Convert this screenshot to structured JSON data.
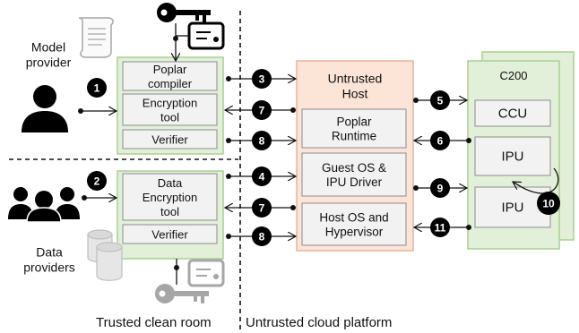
{
  "actors": {
    "model_provider": "Model\nprovider",
    "data_providers": "Data\nproviders"
  },
  "model_box": {
    "compiler": "Poplar\ncompiler",
    "encryption": "Encryption\ntool",
    "verifier": "Verifier"
  },
  "data_box": {
    "encryption": "Data\nEncryption\ntool",
    "verifier": "Verifier"
  },
  "host": {
    "title": "Untrusted\nHost",
    "runtime": "Poplar\nRuntime",
    "guest": "Guest OS &\nIPU Driver",
    "hostos": "Host OS and\nHypervisor"
  },
  "device": {
    "title": "C200",
    "ccu": "CCU",
    "ipu1": "IPU",
    "ipu2": "IPU"
  },
  "steps": [
    "1",
    "2",
    "3",
    "4",
    "5",
    "6",
    "7",
    "7",
    "8",
    "8",
    "9",
    "10",
    "11"
  ],
  "footer": {
    "left": "Trusted clean room",
    "right": "Untrusted cloud platform"
  },
  "colors": {
    "green_fill": "#e2efd9",
    "green_stroke": "#a9d18e",
    "host_fill": "#fce4d6",
    "host_stroke": "#e8b49a",
    "box_fill": "#f2f2f2",
    "box_stroke": "#8c8c8c",
    "badge": "#000000",
    "grey_icon": "#a6a6a6"
  }
}
